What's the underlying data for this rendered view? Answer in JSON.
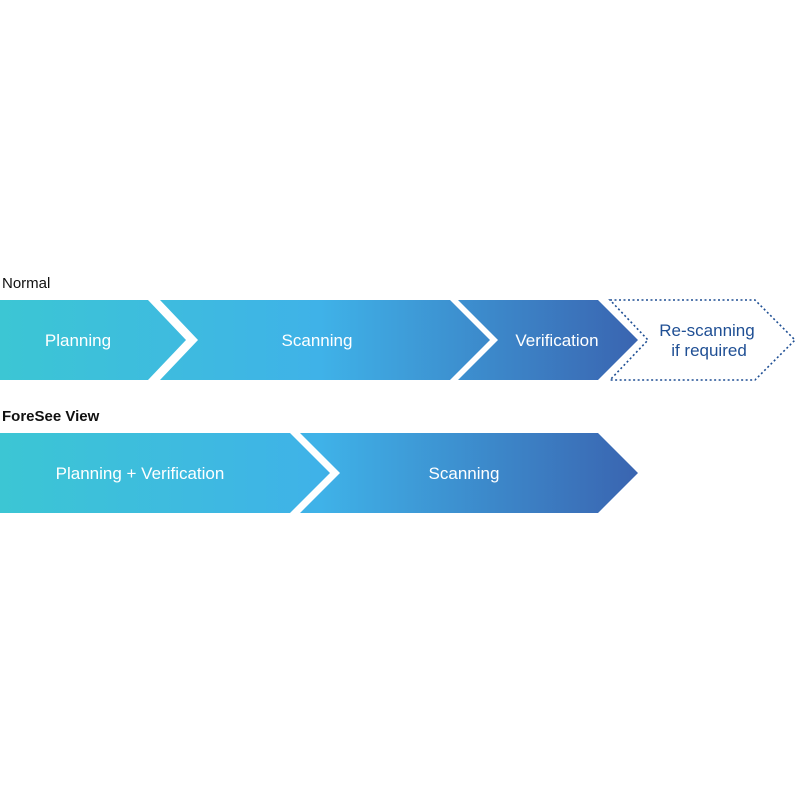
{
  "normal": {
    "title": "Normal",
    "steps": [
      {
        "label": "Planning"
      },
      {
        "label": "Scanning"
      },
      {
        "label": "Verification"
      },
      {
        "label_line1": "Re-scanning",
        "label_line2": "if required"
      }
    ]
  },
  "foresee": {
    "title": "ForeSee View",
    "steps": [
      {
        "label": "Planning + Verification"
      },
      {
        "label": "Scanning"
      }
    ]
  },
  "colors": {
    "gradient_start": "#3cc6d4",
    "gradient_mid": "#3fb2e8",
    "gradient_end": "#3a64b0",
    "outline": "#1f4f94"
  }
}
